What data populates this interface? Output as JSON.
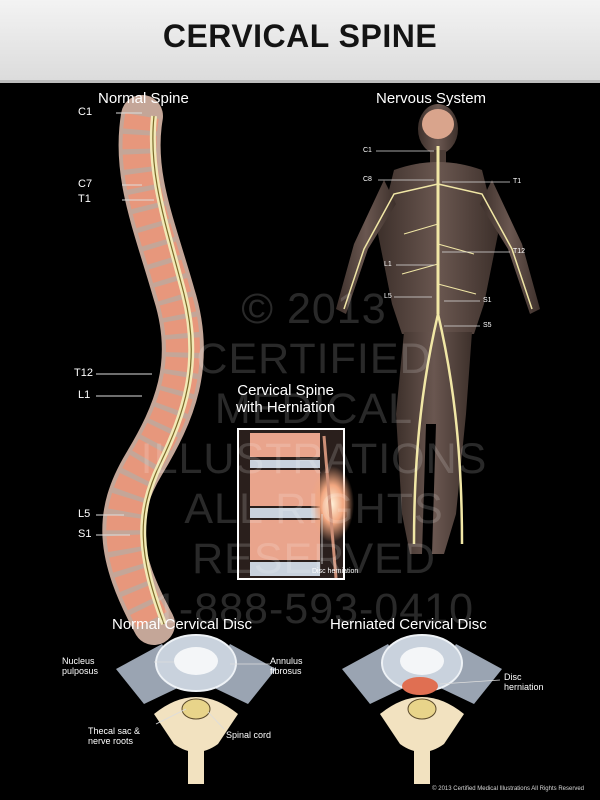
{
  "title": "CERVICAL SPINE",
  "headings": {
    "normal_spine": "Normal Spine",
    "nervous_system": "Nervous System",
    "herniation": "Cervical Spine\nwith Herniation",
    "normal_disc": "Normal Cervical Disc",
    "herniated_disc": "Herniated Cervical Disc"
  },
  "spine_labels": {
    "c1": "C1",
    "c7": "C7",
    "t1": "T1",
    "t12": "T12",
    "l1": "L1",
    "l5": "L5",
    "s1": "S1"
  },
  "nerve_labels": {
    "c1": "C1",
    "c8": "C8",
    "t1": "T1",
    "t12": "T12",
    "l1": "L1",
    "l5": "L5",
    "s1": "S1",
    "s5": "S5"
  },
  "inset_label": "Disc herniation",
  "normal_disc_labels": {
    "nucleus": "Nucleus\npulposus",
    "annulus": "Annulus\nfibrosus",
    "thecal": "Thecal sac &\nnerve roots",
    "cord": "Spinal cord"
  },
  "herniated_disc_label": "Disc\nherniation",
  "watermark": "© 2013\nCERTIFIED\nMEDICAL\nILLUSTRATIONS\nALL RIGHTS\nRESERVED\n1-888-593-0410",
  "copyright": "© 2013 Certified Medical Illustrations All Rights Reserved",
  "colors": {
    "vertebra": "#e8a58d",
    "disc": "#bfc9d6",
    "nerve": "#f1e7a6",
    "body": "#5a4a44",
    "bone": "#f2e2c0"
  }
}
